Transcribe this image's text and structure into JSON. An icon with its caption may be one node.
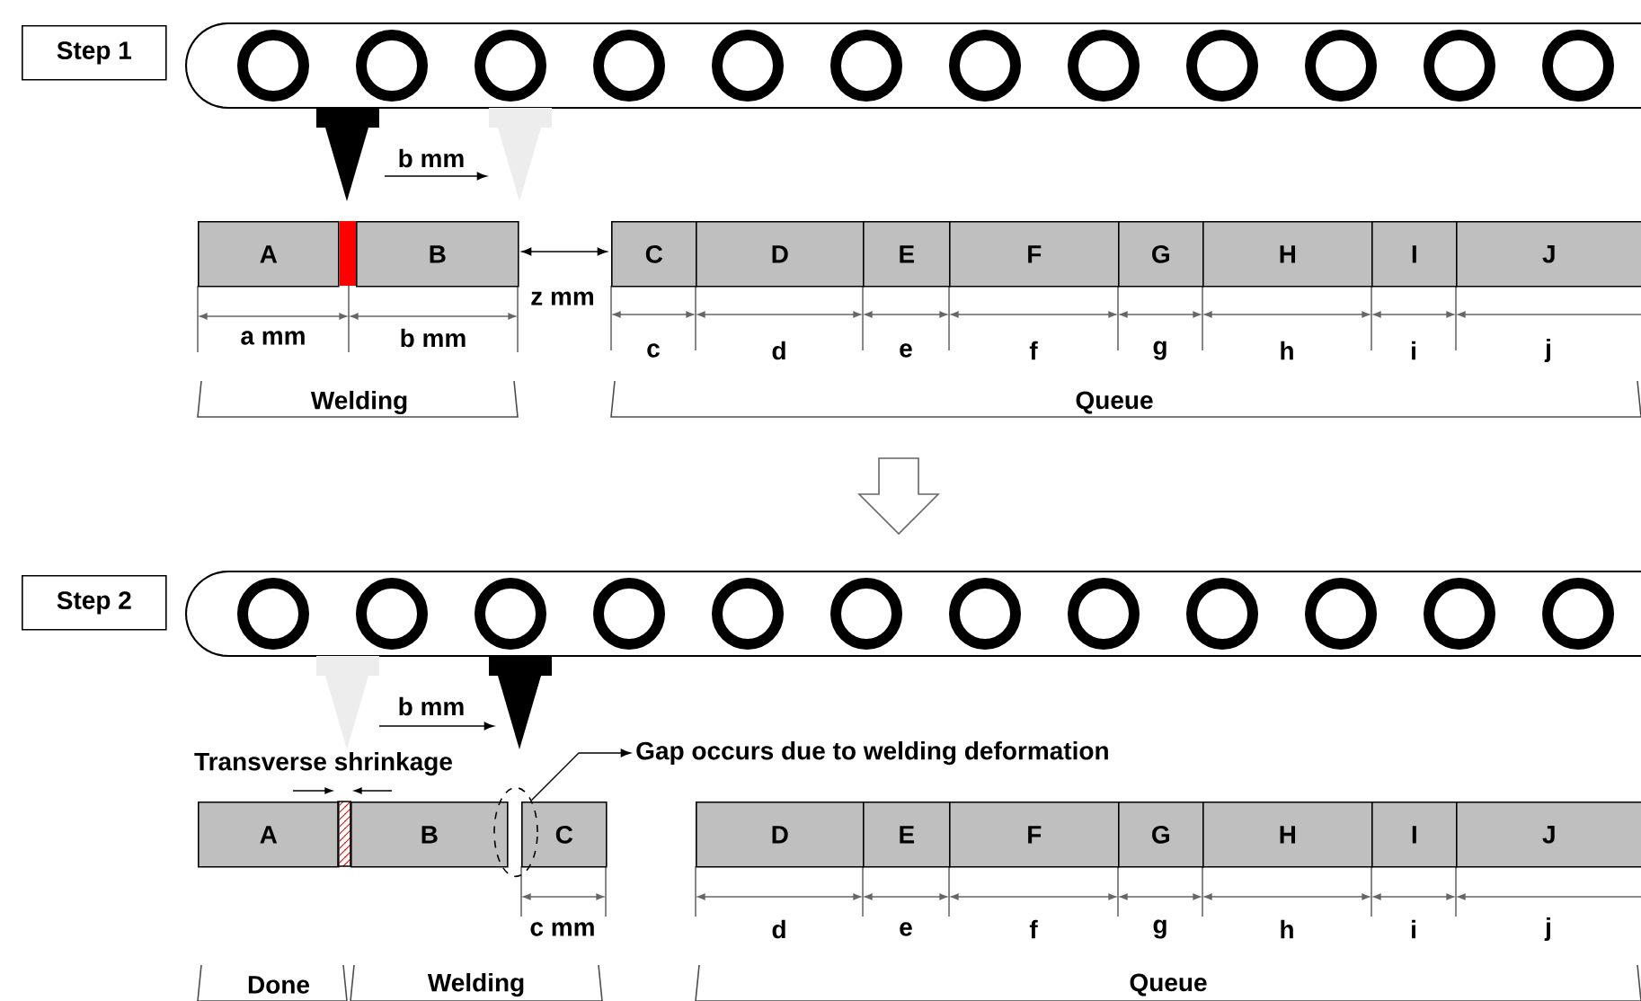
{
  "diagram": {
    "nodes": [
      {
        "text": [
          "Step 1"
        ]
      },
      {
        "text": [
          "A"
        ]
      },
      {
        "text": [
          "B"
        ]
      },
      {
        "text": [
          "C"
        ]
      },
      {
        "text": [
          "D"
        ]
      },
      {
        "text": [
          "E"
        ]
      },
      {
        "text": [
          "F"
        ]
      },
      {
        "text": [
          "G"
        ]
      },
      {
        "text": [
          "H"
        ]
      },
      {
        "text": [
          "I"
        ]
      },
      {
        "text": [
          "J"
        ]
      },
      {
        "text": [
          "Step 2"
        ]
      },
      {
        "text": [
          "A"
        ]
      },
      {
        "text": [
          "B"
        ]
      },
      {
        "text": [
          "C"
        ]
      },
      {
        "text": [
          "D"
        ]
      },
      {
        "text": [
          "E"
        ]
      },
      {
        "text": [
          "F"
        ]
      },
      {
        "text": [
          "G"
        ]
      },
      {
        "text": [
          "H"
        ]
      },
      {
        "text": [
          "I"
        ]
      },
      {
        "text": [
          "J"
        ]
      },
      {
        "text": [],
        "shape": "ellipse"
      },
      {
        "text": [
          "Gap occurs due to welding deformation"
        ]
      }
    ],
    "edges": [
      {
        "from": 22,
        "to": 23,
        "arrow": "to"
      }
    ],
    "labels": [
      "b mm",
      "z mm",
      "a mm",
      "b mm",
      "c",
      "d",
      "e",
      "f",
      "g",
      "h",
      "i",
      "j",
      "Welding",
      "Queue",
      "b mm",
      "Transverse shrinkage",
      "c mm",
      "d",
      "e",
      "f",
      "g",
      "h",
      "i",
      "j",
      "Done",
      "Welding",
      "Queue"
    ]
  }
}
